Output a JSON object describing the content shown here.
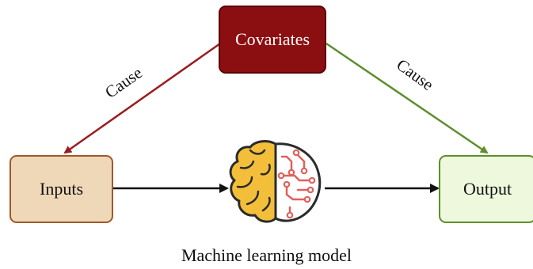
{
  "nodes": {
    "covariates": "Covariates",
    "inputs": "Inputs",
    "output": "Output"
  },
  "edges": {
    "left_label": "Cause",
    "right_label": "Cause"
  },
  "model": {
    "caption": "Machine learning model",
    "icon": "brain-circuit-icon"
  },
  "colors": {
    "covariates_fill": "#8b0f10",
    "inputs_fill": "#efd8b8",
    "inputs_border": "#a0582a",
    "output_fill": "#edf8dc",
    "output_border": "#5f8e2c",
    "left_edge": "#9a1d1d",
    "right_edge": "#5f8e2c",
    "brain_left": "#f3bf3a",
    "brain_circuit": "#e0605a"
  }
}
